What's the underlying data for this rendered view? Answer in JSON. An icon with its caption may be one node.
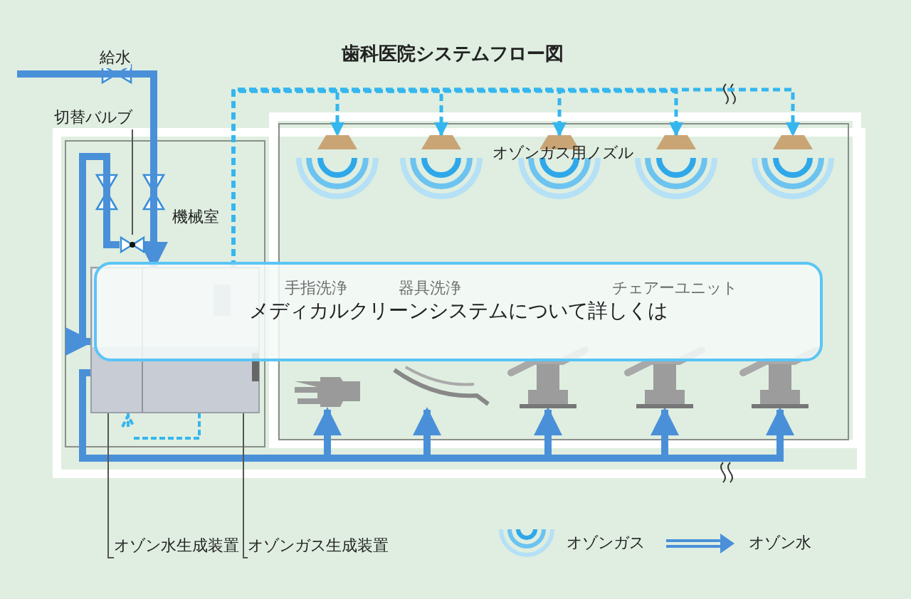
{
  "diagram": {
    "title": "歯科医院システムフロー図",
    "nodes": [
      {
        "text": [
          "オゾン水生成装置"
        ]
      },
      {
        "text": [
          "オゾンガス生成装置"
        ]
      },
      {
        "text": [],
        "shape": "picture"
      },
      {
        "text": [
          "切替バルブ"
        ]
      },
      {
        "text": [],
        "shape": "picture"
      },
      {
        "text": [],
        "shape": "picture"
      },
      {
        "text": [],
        "shape": "picture"
      },
      {
        "text": [],
        "shape": "picture"
      },
      {
        "text": [],
        "shape": "picture"
      },
      {
        "text": [],
        "shape": "picture"
      },
      {
        "text": [],
        "shape": "picture"
      },
      {
        "text": [],
        "shape": "picture"
      },
      {
        "text": [],
        "shape": "picture"
      },
      {
        "text": [],
        "shape": "picture"
      },
      {
        "text": [],
        "shape": "picture"
      },
      {
        "text": [
          "メディカルクリーンシステムについて詳しくは"
        ]
      }
    ],
    "edges": [
      {
        "from": null,
        "to": 2,
        "arrow": "to",
        "label": "給水",
        "style": "thick"
      },
      {
        "from": 2,
        "to": 5,
        "arrow": "to",
        "style": "dashed",
        "color": "#35b6ee"
      },
      {
        "from": 2,
        "to": 6,
        "arrow": "to",
        "style": "dashed",
        "color": "#35b6ee"
      },
      {
        "from": 2,
        "to": 7,
        "arrow": "to",
        "style": "dashed",
        "color": "#35b6ee"
      },
      {
        "from": 2,
        "to": 8,
        "arrow": "to",
        "style": "dashed",
        "color": "#35b6ee"
      },
      {
        "from": 2,
        "to": 9,
        "arrow": "to",
        "style": "dashed",
        "color": "#35b6ee"
      },
      {
        "from": 2,
        "to": 10,
        "arrow": "to",
        "style": "thick"
      },
      {
        "from": 2,
        "to": 11,
        "arrow": "to",
        "style": "thick"
      },
      {
        "from": 2,
        "to": 12,
        "arrow": "to",
        "style": "thick"
      },
      {
        "from": 2,
        "to": 13,
        "arrow": "to",
        "style": "thick"
      },
      {
        "from": 2,
        "to": 14,
        "arrow": "to",
        "style": "thick"
      },
      {
        "from": 0,
        "to": 2,
        "arrow": "none",
        "color": "#555555"
      },
      {
        "from": 1,
        "to": 2,
        "arrow": "none",
        "color": "#555555"
      },
      {
        "from": 3,
        "to": 4,
        "arrow": "none",
        "color": "#555555"
      },
      {
        "from": 4,
        "to": 2,
        "arrow": "to",
        "style": "thick"
      }
    ],
    "labels": [
      "機械室",
      "オゾンガス用ノズル",
      "手指洗浄",
      "器具洗浄",
      "チェアーユニット"
    ],
    "legend": [
      {
        "text": "オゾンガス"
      },
      {
        "text": "オゾン水"
      }
    ]
  }
}
